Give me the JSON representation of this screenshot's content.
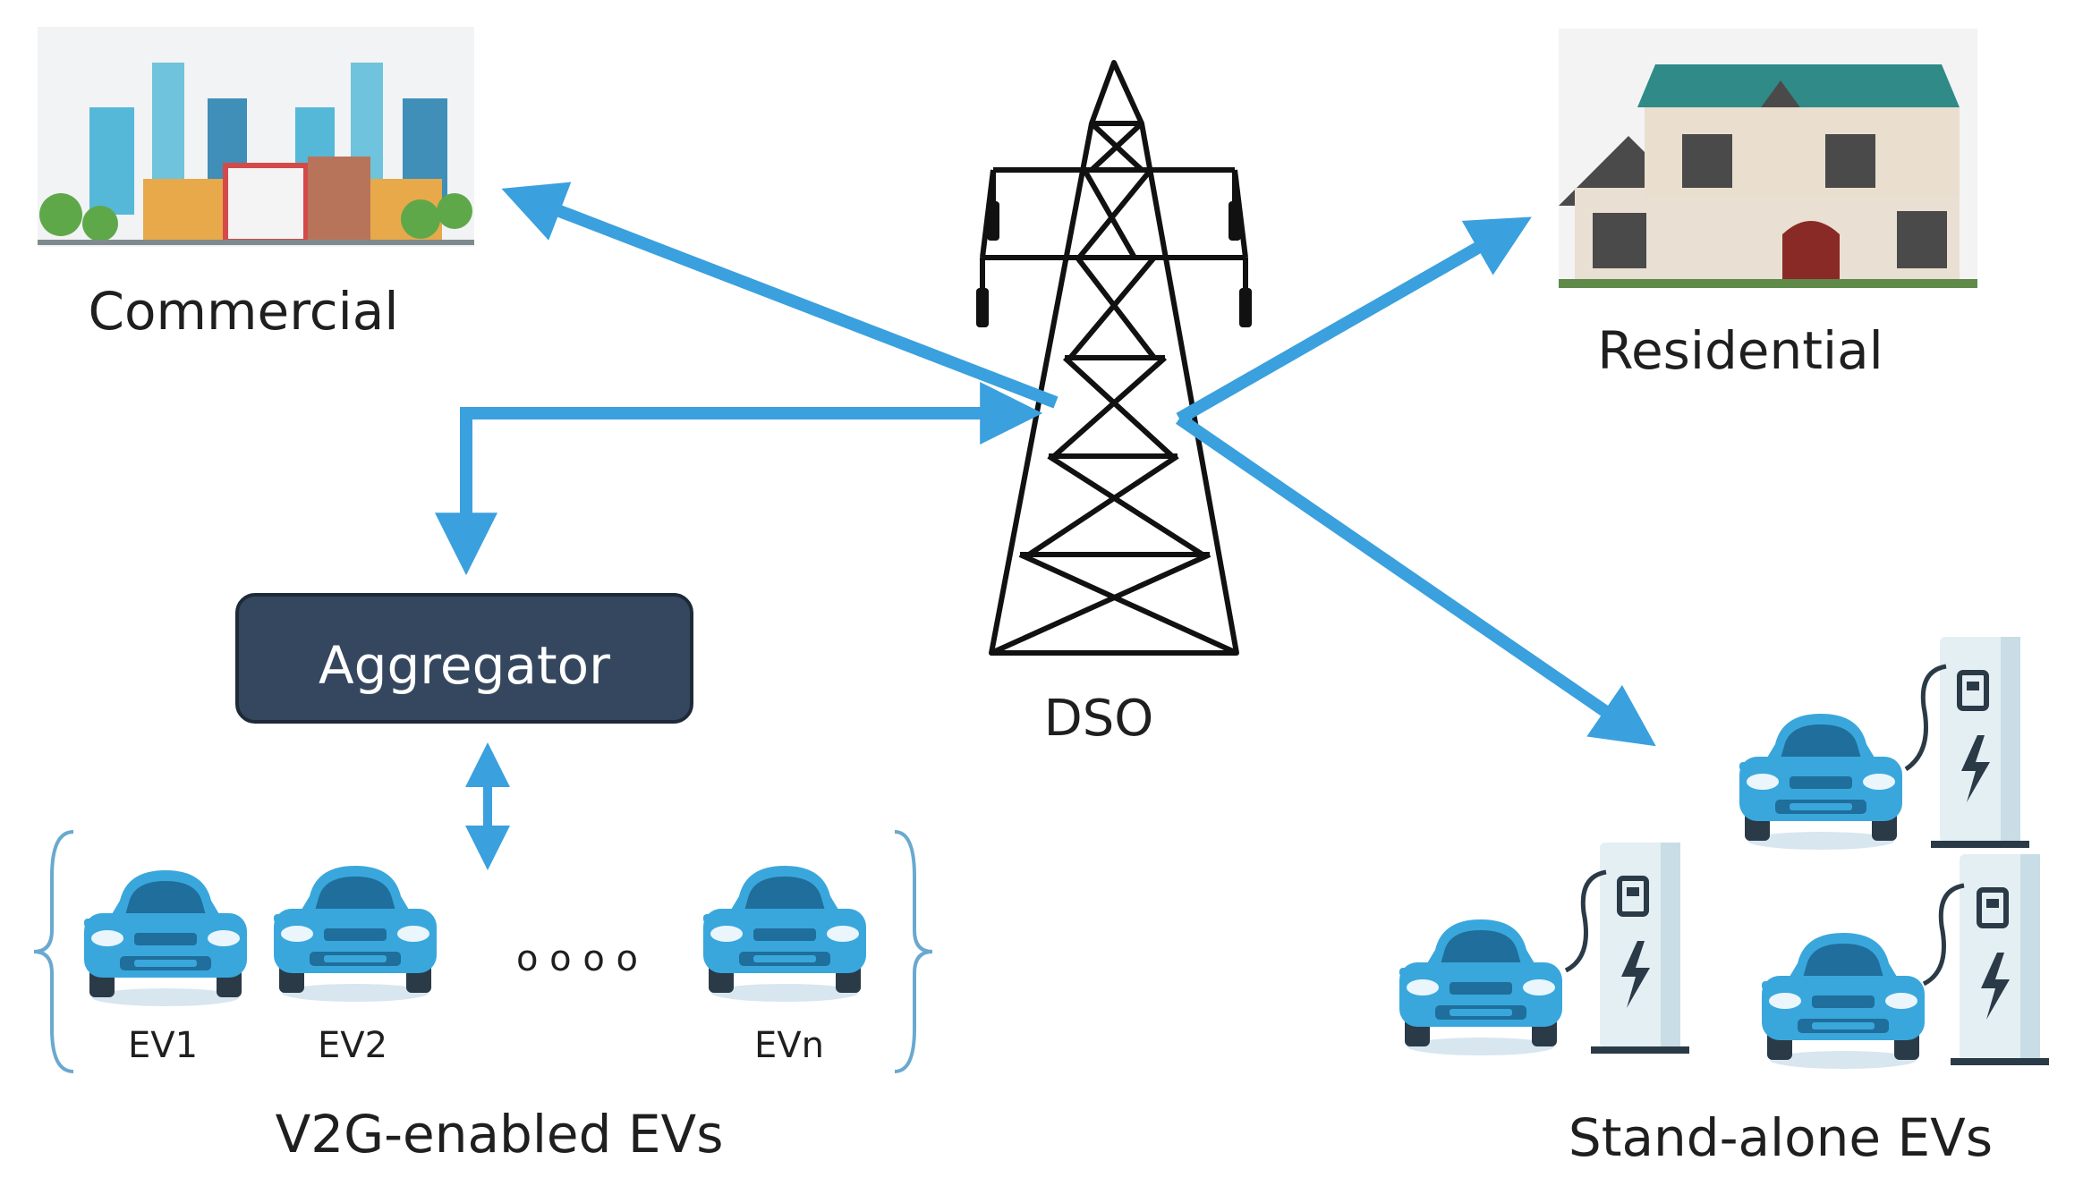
{
  "labels": {
    "commercial": "Commercial",
    "residential": "Residential",
    "dso": "DSO",
    "aggregator": "Aggregator",
    "ev1": "EV1",
    "ev2": "EV2",
    "evn": "EVn",
    "ellipsis": "o o o o",
    "v2g": "V2G-enabled EVs",
    "standalone": "Stand-alone EVs"
  },
  "colors": {
    "arrow": "#3aa0de",
    "aggregator_fill": "#34475f",
    "car_body": "#39a7dc",
    "car_dark": "#1f6e9b",
    "tower": "#111111",
    "text": "#1f1f1f"
  }
}
